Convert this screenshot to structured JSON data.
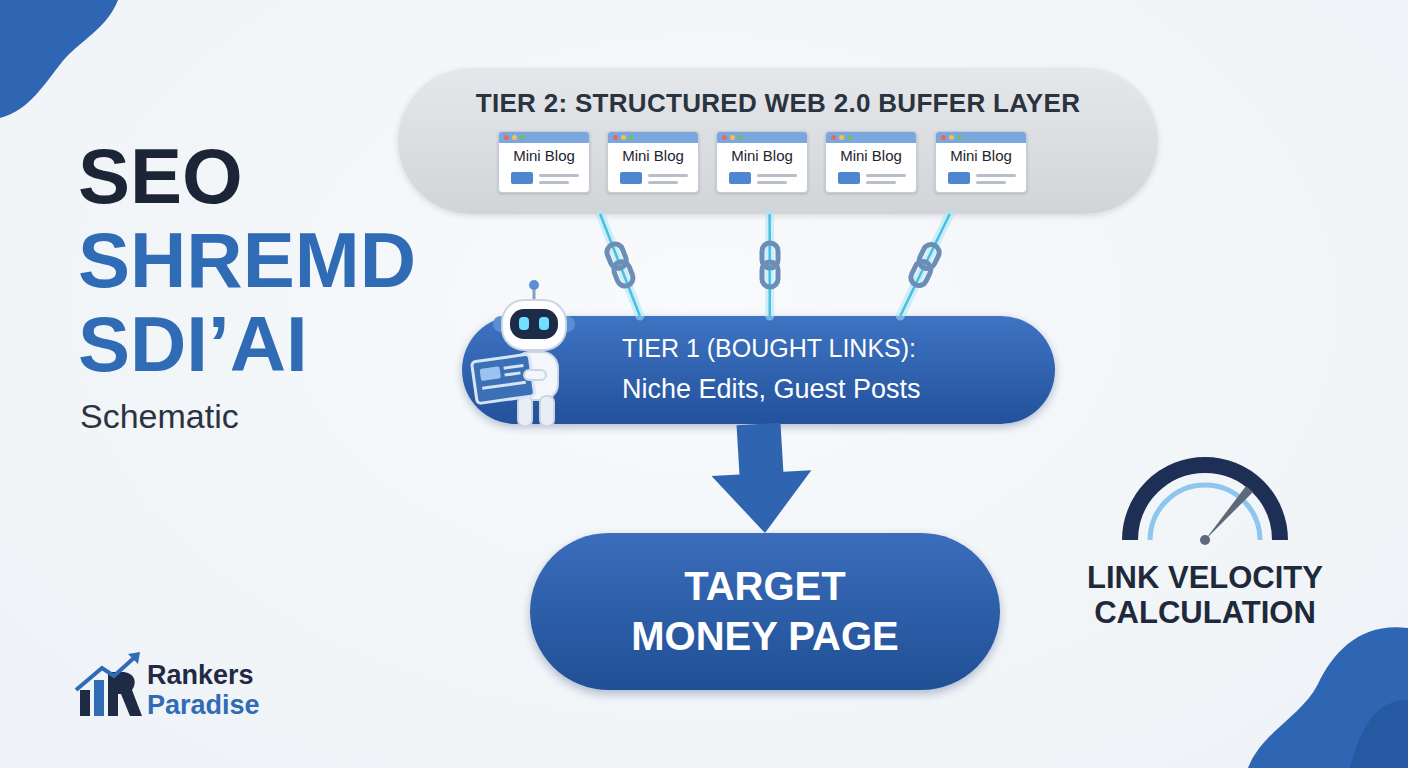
{
  "diagram": {
    "title": "SEO SHREMD SDI’AI",
    "nodes": [
      {
        "text": [
          "TIER 2: STRUCTURED WEB 2.0 BUFFER LAYER"
        ]
      },
      {
        "text": [
          "Mini Blog"
        ],
        "in": 0
      },
      {
        "text": [
          "Mini Blog"
        ],
        "in": 0
      },
      {
        "text": [
          "Mini Blog"
        ],
        "in": 0
      },
      {
        "text": [
          "Mini Blog"
        ],
        "in": 0
      },
      {
        "text": [
          "Mini Blog"
        ],
        "in": 0
      },
      {
        "text": [
          "TIER 1 (BOUGHT LINKS):",
          "Niche Edits, Guest Posts"
        ]
      },
      {
        "text": [
          "TARGET MONEY PAGE"
        ]
      }
    ],
    "edges": [
      {
        "from": 0,
        "to": 6,
        "arrow": "none"
      },
      {
        "from": 0,
        "to": 6,
        "arrow": "none"
      },
      {
        "from": 0,
        "to": 6,
        "arrow": "none"
      },
      {
        "from": 6,
        "to": 7,
        "arrow": "to"
      }
    ],
    "labels": [
      "Schematic",
      "LINK VELOCITY CALCULATION",
      "Rankers",
      "Paradise"
    ]
  }
}
